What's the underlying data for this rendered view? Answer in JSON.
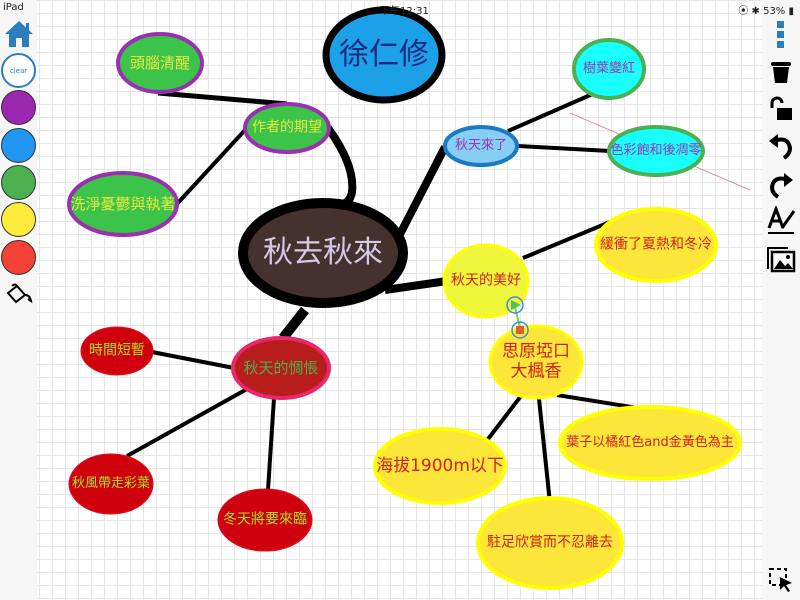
{
  "status_bar": {
    "device": "iPad",
    "time": "下午12:31",
    "battery": "53%"
  },
  "left_toolbar": {
    "clear_label": "clear",
    "colors": [
      "#9b27b0",
      "#2196f3",
      "#4caf50",
      "#ffeb3b",
      "#f44336"
    ]
  },
  "right_toolbar": {
    "tools": [
      "menu-icon",
      "trash-icon",
      "unlock-icon",
      "undo-icon",
      "redo-icon",
      "text-style-icon",
      "image-icon"
    ]
  },
  "nodes": {
    "author": {
      "text": "徐仁修",
      "fill": "#1ca0e8",
      "stroke": "#000000",
      "color": "#1b2a80"
    },
    "center": {
      "text": "秋去秋來",
      "fill": "#45322e",
      "stroke": "#000000",
      "color": "#d8c8e8"
    },
    "expectation": {
      "text": "作者的期望",
      "fill": "#3cc34a",
      "stroke": "#9b2fb0",
      "color": "#e8e840"
    },
    "clear_mind": {
      "text": "頭腦清醒",
      "fill": "#3cc34a",
      "stroke": "#9b2fb0",
      "color": "#e8e840"
    },
    "wash": {
      "text": "洗淨憂鬱與執著",
      "fill": "#3cc34a",
      "stroke": "#9b2fb0",
      "color": "#e8e840"
    },
    "autumn_comes": {
      "text": "秋天來了",
      "fill": "#87cef5",
      "stroke": "#1a7bc0",
      "color": "#9b35b5"
    },
    "leaves_red": {
      "text": "樹葉變紅",
      "fill": "#19ffff",
      "stroke": "#4cb050",
      "color": "#9b35b5"
    },
    "wither": {
      "text": "色彩飽和後凋零",
      "fill": "#19ffff",
      "stroke": "#4cb050",
      "color": "#9b35b5"
    },
    "beauty": {
      "text": "秋天的美好",
      "fill": "#eef53a",
      "stroke": "#ffff00",
      "color": "#d02020"
    },
    "buffer": {
      "text": "緩衝了夏熱和冬冷",
      "fill": "#fde63a",
      "stroke": "#ffff00",
      "color": "#d02020"
    },
    "maple": {
      "text": "思原埡口",
      "text2": "大楓香",
      "fill": "#fde63a",
      "stroke": "#ffff00",
      "color": "#d02020"
    },
    "altitude": {
      "text": "海拔1900m以下",
      "fill": "#fde63a",
      "stroke": "#ffff00",
      "color": "#d02020"
    },
    "colors": {
      "text": "葉子以橘紅色and金黃色為主",
      "fill": "#fde63a",
      "stroke": "#ffff00",
      "color": "#d02020"
    },
    "linger": {
      "text": "駐足欣賞而不忍離去",
      "fill": "#fde63a",
      "stroke": "#ffff00",
      "color": "#d02020"
    },
    "melancholy": {
      "text": "秋天的惆悵",
      "fill": "#b81c1c",
      "stroke": "#e8286a",
      "color": "#4caf50"
    },
    "short_time": {
      "text": "時間短暫",
      "fill": "#d0000f",
      "stroke": "#e01020",
      "color": "#a8e020"
    },
    "wind": {
      "text": "秋風帶走彩葉",
      "fill": "#d0000f",
      "stroke": "#e01020",
      "color": "#a8e020"
    },
    "winter": {
      "text": "冬天將要來臨",
      "fill": "#d0000f",
      "stroke": "#e01020",
      "color": "#a8e020"
    }
  }
}
